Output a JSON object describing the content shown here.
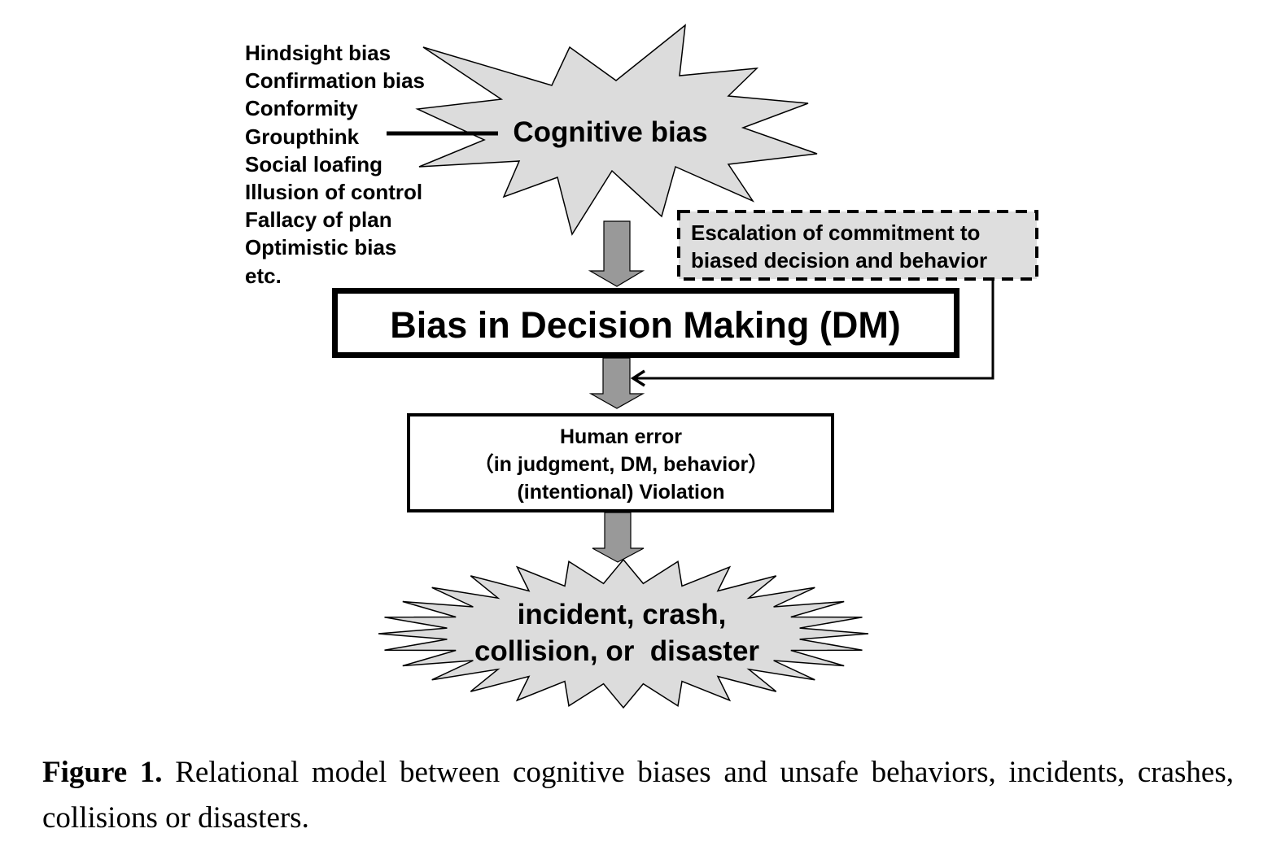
{
  "figure": {
    "cognitive_bias": {
      "title": "Cognitive bias",
      "examples": [
        "Hindsight bias",
        "Confirmation bias",
        "Conformity",
        "Groupthink",
        "Social loafing",
        "Illusion of control",
        "Fallacy of plan",
        "Optimistic bias",
        "etc."
      ]
    },
    "escalation": {
      "line1": "Escalation of commitment to",
      "line2": "biased decision and behavior"
    },
    "dm_box": {
      "label": "Bias in Decision Making (DM)"
    },
    "human_error": {
      "line1": "Human error",
      "line2": "（in judgment, DM, behavior）",
      "line3": "(intentional) Violation"
    },
    "outcome": {
      "line1": "incident, crash,",
      "line2": "collision, or  disaster"
    },
    "colors": {
      "burst_fill": "#dcdcdc",
      "arrow_fill": "#999999",
      "escalation_fill": "#dedede",
      "stroke": "#000000"
    }
  },
  "caption": {
    "label": "Figure 1.",
    "text": " Relational model between cognitive biases and unsafe behaviors, incidents, crashes, collisions or disasters."
  }
}
